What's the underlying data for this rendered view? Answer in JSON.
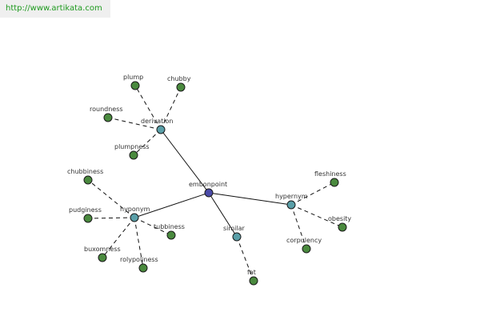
{
  "banner": {
    "url_text": "http://www.artikata.com"
  },
  "graph": {
    "nodes": [
      {
        "id": "embonpoint",
        "label": "embonpoint",
        "kind": "center"
      },
      {
        "id": "derivation",
        "label": "derivation",
        "kind": "relation"
      },
      {
        "id": "hyponym",
        "label": "hyponym",
        "kind": "relation"
      },
      {
        "id": "hypernym",
        "label": "hypernym",
        "kind": "relation"
      },
      {
        "id": "similar",
        "label": "similar",
        "kind": "relation"
      },
      {
        "id": "plump",
        "label": "plump",
        "kind": "word"
      },
      {
        "id": "chubby",
        "label": "chubby",
        "kind": "word"
      },
      {
        "id": "roundness",
        "label": "roundness",
        "kind": "word"
      },
      {
        "id": "plumpness",
        "label": "plumpness",
        "kind": "word"
      },
      {
        "id": "chubbiness",
        "label": "chubbiness",
        "kind": "word"
      },
      {
        "id": "pudginess",
        "label": "pudginess",
        "kind": "word"
      },
      {
        "id": "tubbiness",
        "label": "tubbiness",
        "kind": "word"
      },
      {
        "id": "buxomness",
        "label": "buxomness",
        "kind": "word"
      },
      {
        "id": "rolypoliness",
        "label": "rolypoliness",
        "kind": "word"
      },
      {
        "id": "fleshiness",
        "label": "fleshiness",
        "kind": "word"
      },
      {
        "id": "obesity",
        "label": "obesity",
        "kind": "word"
      },
      {
        "id": "corpulency",
        "label": "corpulency",
        "kind": "word"
      },
      {
        "id": "fat",
        "label": "fat",
        "kind": "word"
      }
    ],
    "edges": [
      {
        "from": "embonpoint",
        "to": "derivation",
        "style": "solid"
      },
      {
        "from": "embonpoint",
        "to": "hyponym",
        "style": "solid"
      },
      {
        "from": "embonpoint",
        "to": "hypernym",
        "style": "solid"
      },
      {
        "from": "embonpoint",
        "to": "similar",
        "style": "solid"
      },
      {
        "from": "derivation",
        "to": "plump",
        "style": "dashed"
      },
      {
        "from": "derivation",
        "to": "chubby",
        "style": "dashed"
      },
      {
        "from": "derivation",
        "to": "roundness",
        "style": "dashed"
      },
      {
        "from": "derivation",
        "to": "plumpness",
        "style": "dashed"
      },
      {
        "from": "hyponym",
        "to": "chubbiness",
        "style": "dashed"
      },
      {
        "from": "hyponym",
        "to": "pudginess",
        "style": "dashed"
      },
      {
        "from": "hyponym",
        "to": "tubbiness",
        "style": "dashed"
      },
      {
        "from": "hyponym",
        "to": "buxomness",
        "style": "dashed"
      },
      {
        "from": "hyponym",
        "to": "rolypoliness",
        "style": "dashed"
      },
      {
        "from": "hypernym",
        "to": "fleshiness",
        "style": "dashed"
      },
      {
        "from": "hypernym",
        "to": "obesity",
        "style": "dashed"
      },
      {
        "from": "hypernym",
        "to": "corpulency",
        "style": "dashed"
      },
      {
        "from": "similar",
        "to": "fat",
        "style": "dashed"
      }
    ]
  }
}
